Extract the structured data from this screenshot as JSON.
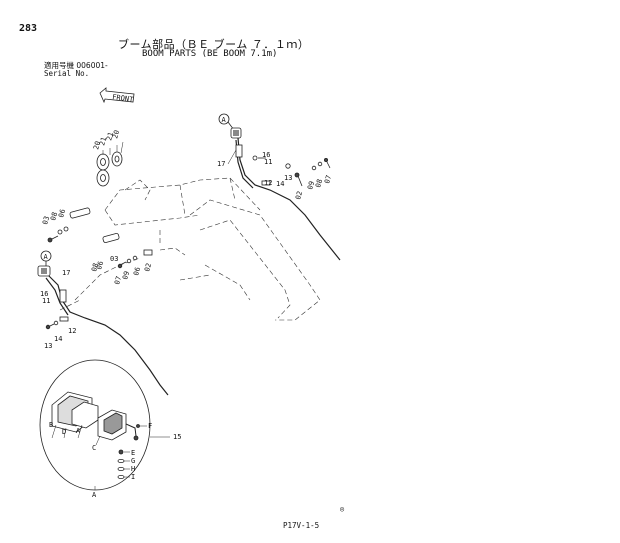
{
  "header": {
    "page_number": "283",
    "title_jp": "ブーム部品（ＢＥ ブーム ７．１ｍ）",
    "title_en": "BOOM PARTS (BE BOOM 7.1m)",
    "serial_label_jp": "適用号機 006001-",
    "serial_label_en": "Serial No."
  },
  "diagram": {
    "front_marker": "FRONT",
    "callouts": [
      "A",
      "A",
      "A",
      "B",
      "C",
      "D",
      "E",
      "F",
      "G",
      "H",
      "I"
    ],
    "part_labels": {
      "p02a": "02",
      "p02b": "02",
      "p03a": "03",
      "p03b": "03",
      "p06a": "06",
      "p06b": "06",
      "p07a": "07",
      "p07b": "07",
      "p08a": "08",
      "p08b": "08",
      "p09a": "09",
      "p09b": "09",
      "p11a": "11",
      "p11b": "11",
      "p12a": "12",
      "p12b": "12",
      "p13a": "13",
      "p13b": "13",
      "p14a": "14",
      "p14b": "14",
      "p15": "15",
      "p16a": "16",
      "p16b": "16",
      "p17a": "17",
      "p17b": "17",
      "p20a": "20",
      "p20b": "20",
      "p21a": "21",
      "p21b": "21"
    },
    "footer_symbol": "◎",
    "page_code": "P17V-1-5"
  }
}
